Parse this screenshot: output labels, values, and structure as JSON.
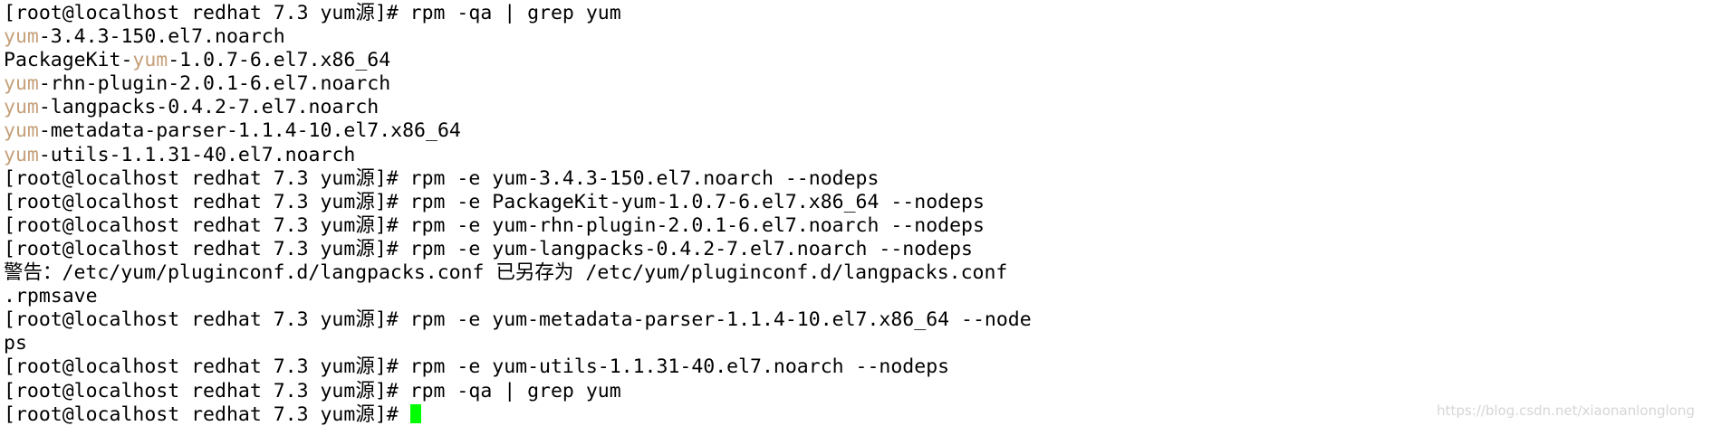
{
  "lines": [
    [
      {
        "text": "[root@localhost redhat 7.3 yum源]# rpm -qa | grep yum"
      }
    ],
    [
      {
        "text": "yum",
        "hl": true
      },
      {
        "text": "-3.4.3-150.el7.noarch"
      }
    ],
    [
      {
        "text": "PackageKit-"
      },
      {
        "text": "yum",
        "hl": true
      },
      {
        "text": "-1.0.7-6.el7.x86_64"
      }
    ],
    [
      {
        "text": "yum",
        "hl": true
      },
      {
        "text": "-rhn-plugin-2.0.1-6.el7.noarch"
      }
    ],
    [
      {
        "text": "yum",
        "hl": true
      },
      {
        "text": "-langpacks-0.4.2-7.el7.noarch"
      }
    ],
    [
      {
        "text": "yum",
        "hl": true
      },
      {
        "text": "-metadata-parser-1.1.4-10.el7.x86_64"
      }
    ],
    [
      {
        "text": "yum",
        "hl": true
      },
      {
        "text": "-utils-1.1.31-40.el7.noarch"
      }
    ],
    [
      {
        "text": "[root@localhost redhat 7.3 yum源]# rpm -e yum-3.4.3-150.el7.noarch --nodeps"
      }
    ],
    [
      {
        "text": "[root@localhost redhat 7.3 yum源]# rpm -e PackageKit-yum-1.0.7-6.el7.x86_64 --nodeps"
      }
    ],
    [
      {
        "text": "[root@localhost redhat 7.3 yum源]# rpm -e yum-rhn-plugin-2.0.1-6.el7.noarch --nodeps"
      }
    ],
    [
      {
        "text": "[root@localhost redhat 7.3 yum源]# rpm -e yum-langpacks-0.4.2-7.el7.noarch --nodeps"
      }
    ],
    [
      {
        "text": "警告：/etc/yum/pluginconf.d/langpacks.conf 已另存为 /etc/yum/pluginconf.d/langpacks.conf"
      }
    ],
    [
      {
        "text": ".rpmsave"
      }
    ],
    [
      {
        "text": "[root@localhost redhat 7.3 yum源]# rpm -e yum-metadata-parser-1.1.4-10.el7.x86_64 --node"
      }
    ],
    [
      {
        "text": "ps"
      }
    ],
    [
      {
        "text": "[root@localhost redhat 7.3 yum源]# rpm -e yum-utils-1.1.31-40.el7.noarch --nodeps"
      }
    ],
    [
      {
        "text": "[root@localhost redhat 7.3 yum源]# rpm -qa | grep yum"
      }
    ],
    [
      {
        "text": "[root@localhost redhat 7.3 yum源]# "
      }
    ]
  ],
  "colors": {
    "background": "#ffffff",
    "text": "#000000",
    "highlight": "#c5a07a",
    "cursor": "#00ff00"
  },
  "watermark": "https://blog.csdn.net/xiaonanlonglong"
}
